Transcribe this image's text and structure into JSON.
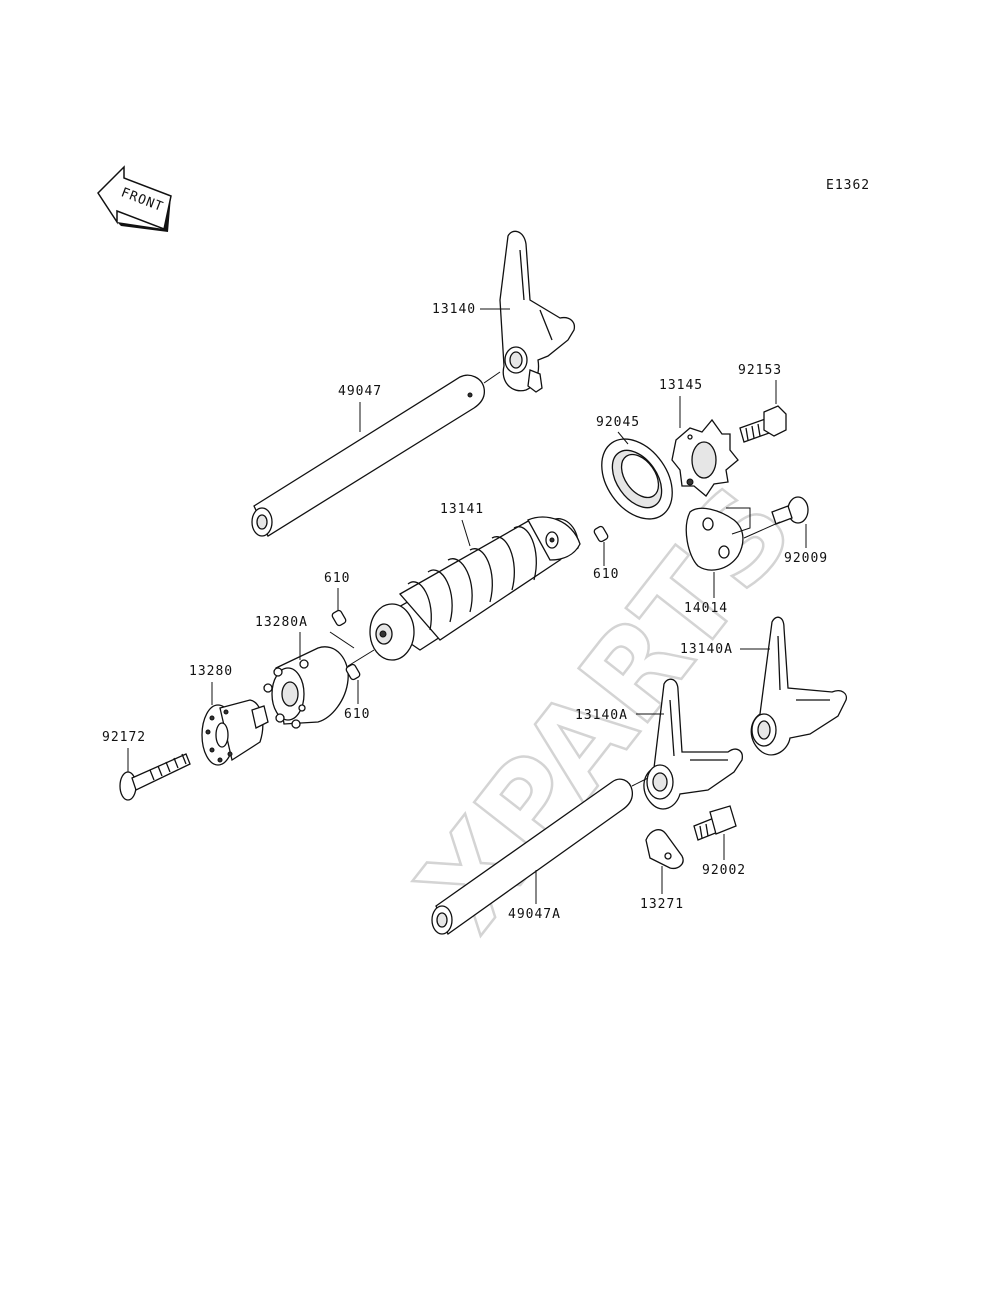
{
  "diagram_code": "E1362",
  "front_indicator": "FRONT",
  "watermark": "XPARTS",
  "parts": {
    "shift_fork_top": "13140",
    "shift_rod_top": "49047",
    "shift_drum": "13141",
    "bearing": "92045",
    "pin_drum_right": "610",
    "drum_cam": "13145",
    "bolt_cam": "92153",
    "plate": "14014",
    "screw_plate": "92009",
    "pin_upper_left": "610",
    "pin_lower_left": "610",
    "cam_holder": "13280A",
    "drum_cam_left": "13280",
    "bolt_left": "92172",
    "shift_fork_right": "13140A",
    "shift_fork_middle": "13140A",
    "shift_rod_bottom": "49047A",
    "guide_plate": "13271",
    "bolt_guide": "92002"
  }
}
